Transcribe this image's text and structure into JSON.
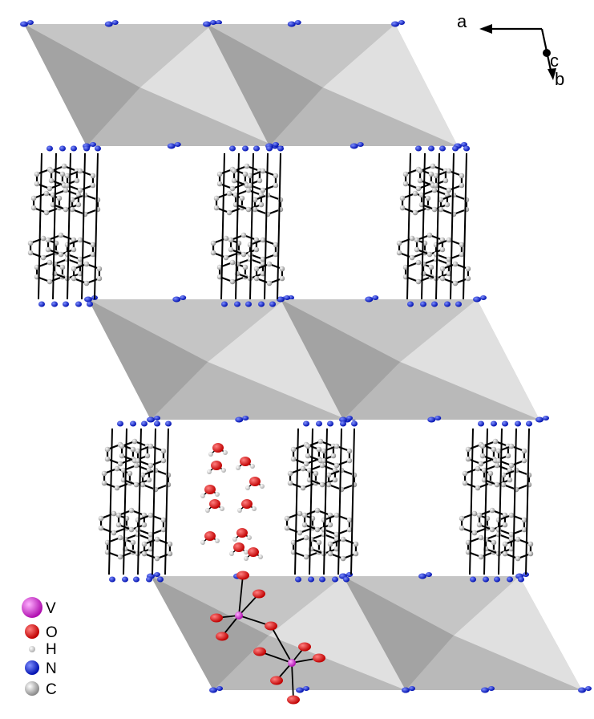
{
  "axes": {
    "a_label": "a",
    "b_label": "b",
    "c_label": "c"
  },
  "legend": {
    "items": [
      {
        "label": "V",
        "color": "#cc22cc"
      },
      {
        "label": "O",
        "color": "#e01010"
      },
      {
        "label": "H",
        "color": "#d0d0d0"
      },
      {
        "label": "N",
        "color": "#1018d8"
      },
      {
        "label": "C",
        "color": "#b8b8b8"
      }
    ]
  },
  "colors": {
    "polyhedron": "#b9b9b9",
    "polyhedron_light": "#e6e6e6",
    "polyhedron_dark": "#9a9a9a",
    "bond": "#000000",
    "nitrogen": "#1018d8",
    "carbon": "#c4c4c4",
    "oxygen": "#e01010",
    "vanadium": "#cc22cc"
  }
}
